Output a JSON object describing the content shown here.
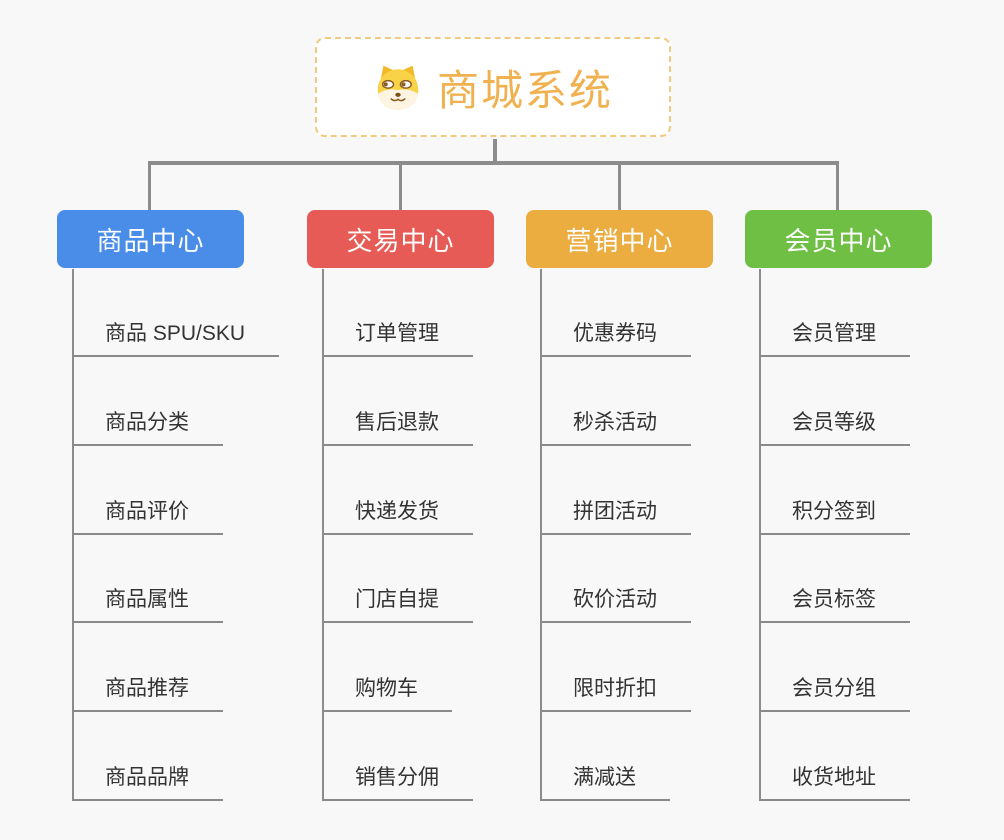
{
  "root": {
    "title": "商城系统",
    "icon": "doge-icon"
  },
  "colors": {
    "background": "#f8f8f8",
    "connector": "#8c8c8c",
    "root_border": "#f2c981",
    "root_title": "#f0b150",
    "item_text": "#333333",
    "branch_product": "#4a8de8",
    "branch_trade": "#e65b55",
    "branch_marketing": "#ebac40",
    "branch_member": "#6fbf44"
  },
  "branches": [
    {
      "label": "商品中心",
      "color": "#4a8de8",
      "items": [
        "商品 SPU/SKU",
        "商品分类",
        "商品评价",
        "商品属性",
        "商品推荐",
        "商品品牌"
      ]
    },
    {
      "label": "交易中心",
      "color": "#e65b55",
      "items": [
        "订单管理",
        "售后退款",
        "快递发货",
        "门店自提",
        "购物车",
        "销售分佣"
      ]
    },
    {
      "label": "营销中心",
      "color": "#ebac40",
      "items": [
        "优惠券码",
        "秒杀活动",
        "拼团活动",
        "砍价活动",
        "限时折扣",
        "满减送"
      ]
    },
    {
      "label": "会员中心",
      "color": "#6fbf44",
      "items": [
        "会员管理",
        "会员等级",
        "积分签到",
        "会员标签",
        "会员分组",
        "收货地址"
      ]
    }
  ]
}
